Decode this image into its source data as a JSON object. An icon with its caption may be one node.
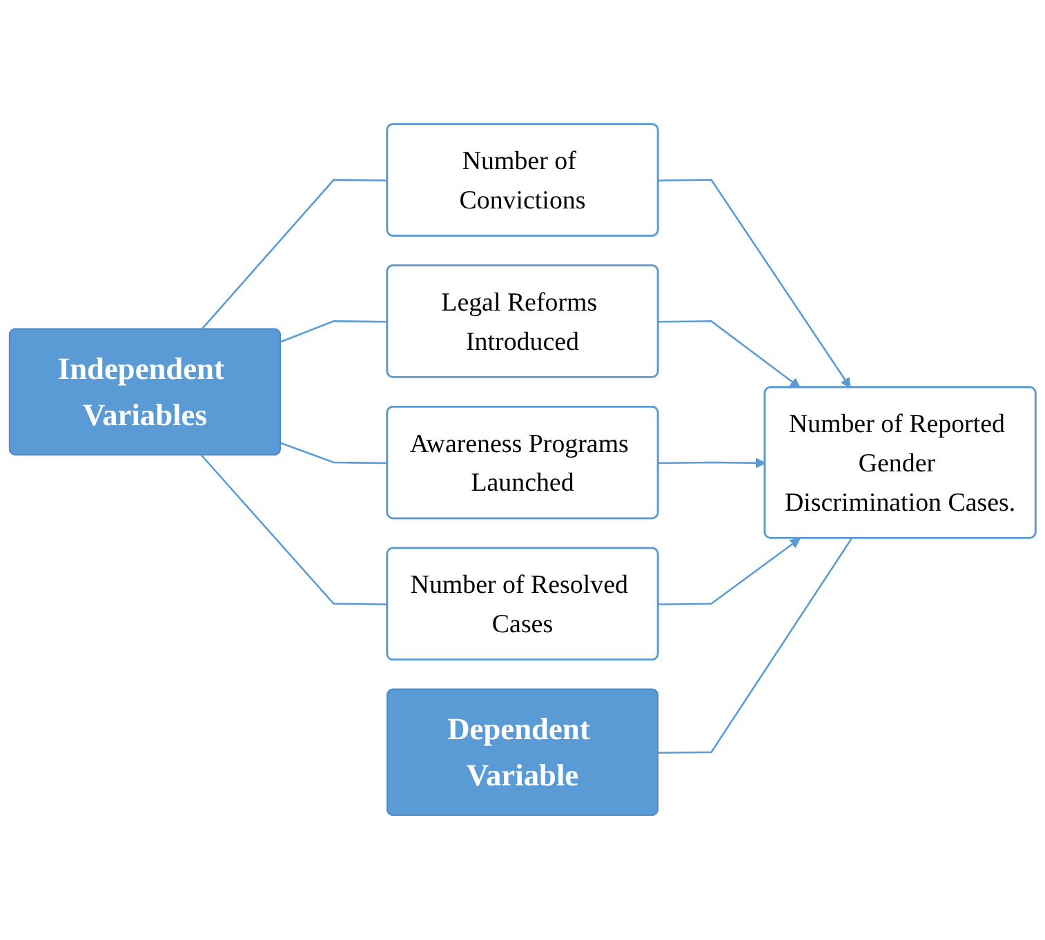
{
  "diagram": {
    "nodes": [
      {
        "text": [
          "Independent Variables"
        ]
      },
      {
        "text": [
          "Dependent Variable"
        ]
      },
      {
        "text": [
          "Number of Convictions"
        ]
      },
      {
        "text": [
          "Legal Reforms Introduced"
        ]
      },
      {
        "text": [
          "Awareness Programs Launched"
        ]
      },
      {
        "text": [
          "Number of Resolved Cases"
        ]
      },
      {
        "text": [
          "Number of Reported Gender Discrimination Cases."
        ]
      }
    ],
    "edges": [
      {
        "from": 0,
        "to": 2,
        "arrow": "none"
      },
      {
        "from": 0,
        "to": 3,
        "arrow": "none"
      },
      {
        "from": 0,
        "to": 4,
        "arrow": "none"
      },
      {
        "from": 0,
        "to": 5,
        "arrow": "none"
      },
      {
        "from": 2,
        "to": 6,
        "arrow": "to"
      },
      {
        "from": 3,
        "to": 6,
        "arrow": "to"
      },
      {
        "from": 4,
        "to": 6,
        "arrow": "to"
      },
      {
        "from": 5,
        "to": 6,
        "arrow": "to"
      },
      {
        "from": 1,
        "to": 6,
        "arrow": "none"
      }
    ]
  }
}
